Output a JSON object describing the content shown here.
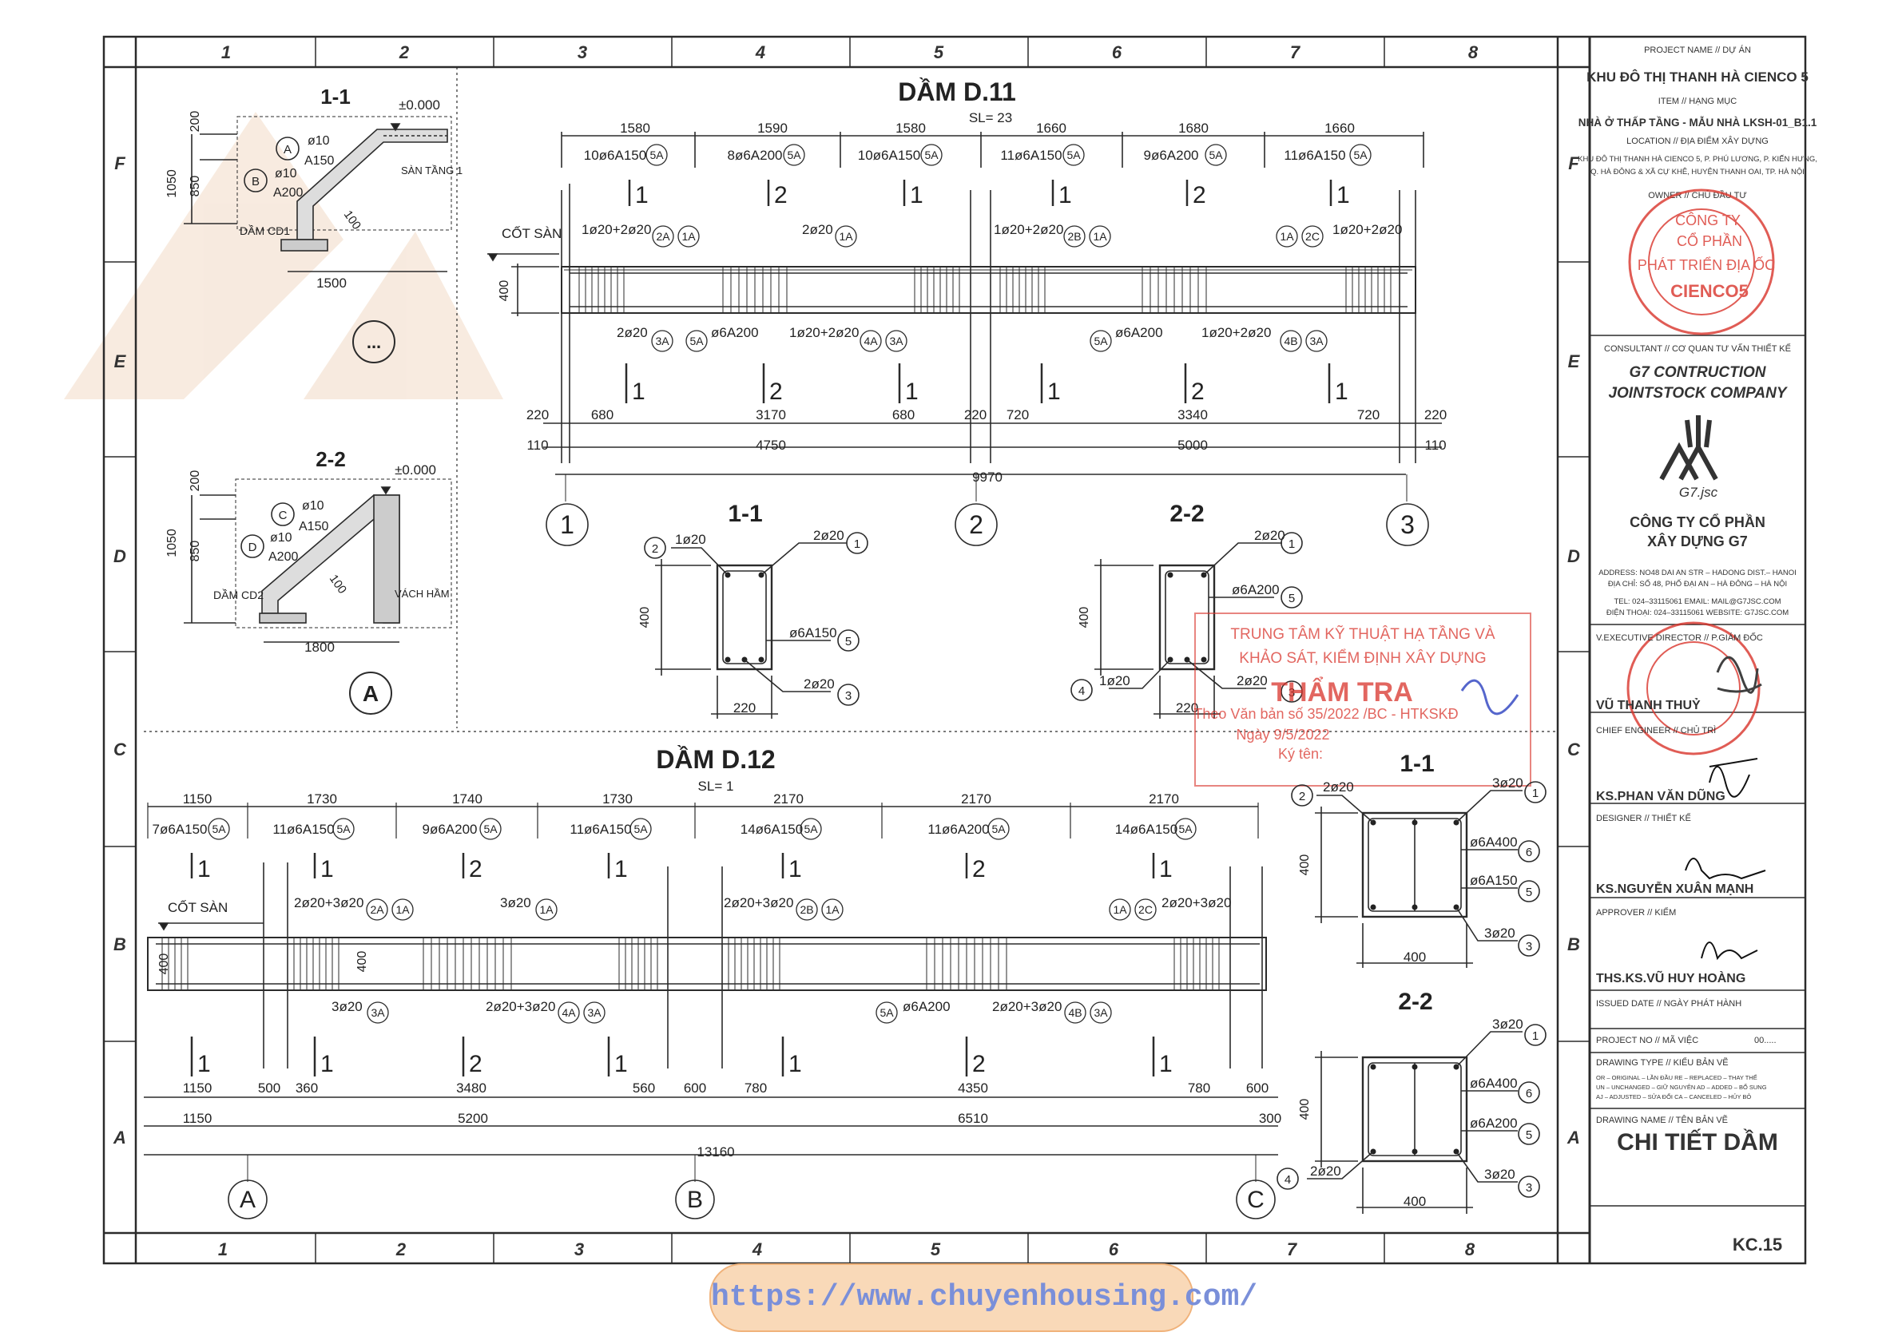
{
  "grid": {
    "cols": [
      "1",
      "2",
      "3",
      "4",
      "5",
      "6",
      "7",
      "8"
    ],
    "rows": [
      "F",
      "E",
      "D",
      "C",
      "B",
      "A"
    ]
  },
  "section_1_1": {
    "title": "1-1",
    "elev": "±0.000",
    "bar_a": "A",
    "bar_a_d": "ø10",
    "bar_a_s": "A150",
    "bar_b": "B",
    "bar_b_d": "ø10",
    "bar_b_s": "A200",
    "dims": [
      "200",
      "850",
      "1050",
      "1500",
      "100"
    ],
    "beam": "DẦM CD1",
    "slab": "SÀN TẦNG 1",
    "detail_mark": "..."
  },
  "section_2_2": {
    "title": "2-2",
    "elev": "±0.000",
    "bar_c": "C",
    "bar_c_d": "ø10",
    "bar_c_s": "A150",
    "bar_d": "D",
    "bar_d_d": "ø10",
    "bar_d_s": "A200",
    "dims": [
      "200",
      "850",
      "1050",
      "1800",
      "100"
    ],
    "beam": "DẦM CD2",
    "wall": "VÁCH HẦM",
    "detail_mark": "A"
  },
  "beam_d11": {
    "title": "DẦM D.11",
    "qty": "SL= 23",
    "stirrup_spans": [
      "1580",
      "1590",
      "1580",
      "1660",
      "1680",
      "1660"
    ],
    "stirrups": [
      "10ø6A150",
      "8ø6A200",
      "10ø6A150",
      "11ø6A150",
      "9ø6A200",
      "11ø6A150"
    ],
    "stirrup_tag": "5A",
    "top_bars": [
      "1ø20+2ø20",
      "2ø20",
      "1ø20+2ø20",
      "1ø20+2ø20"
    ],
    "top_tags": [
      [
        "2A",
        "1A"
      ],
      [
        "1A"
      ],
      [
        "2B",
        "1A"
      ],
      [
        "1A",
        "2C"
      ]
    ],
    "bottom_bars_1": "2ø20",
    "bottom_tag_1": "3A",
    "bottom_stirrup_1": "ø6A200",
    "bottom_stirrup_tag": "5A",
    "bottom_bars_2": "1ø20+2ø20",
    "bottom_tags_2": [
      "4A",
      "3A"
    ],
    "bottom_stirrup_2": "ø6A200",
    "bottom_bars_3": "1ø20+2ø20",
    "bottom_tags_3": [
      "4B",
      "3A"
    ],
    "slab_level": "CỐT SÀN",
    "depth": "400",
    "dims_row1": [
      "220",
      "680",
      "3170",
      "680",
      "220",
      "720",
      "3340",
      "720",
      "220"
    ],
    "dims_row2": [
      "110",
      "4750",
      "5000",
      "110"
    ],
    "total": "9970",
    "axes": [
      "1",
      "2",
      "3"
    ],
    "section_marks": [
      "1",
      "2",
      "1",
      "1",
      "2",
      "1"
    ]
  },
  "d11_sec11": {
    "title": "1-1",
    "top": "2ø20",
    "top_tag": "1",
    "side": "1ø20",
    "side_tag": "2",
    "stirrup": "ø6A150",
    "stirrup_tag": "5",
    "bottom": "2ø20",
    "bottom_tag": "3",
    "h": "400",
    "b": "220"
  },
  "d11_sec22": {
    "title": "2-2",
    "top": "2ø20",
    "top_tag": "1",
    "stirrup": "ø6A200",
    "stirrup_tag": "5",
    "bottom": "1ø20",
    "bottom_tag": "4",
    "bottom2": "2ø20",
    "bottom2_tag": "3",
    "h": "400",
    "b": "220"
  },
  "stamp_red": {
    "l1": "TRUNG TÂM KỸ THUẬT HẠ TẦNG VÀ",
    "l2": "KHẢO SÁT, KIỂM ĐỊNH XÂY DỰNG",
    "l3": "THẨM TRA",
    "l4": "Theo Văn bản số 35/2022 /BC - HTKSKĐ",
    "l5": "Ngày 9/5/2022",
    "l6": "Ký tên:"
  },
  "beam_d12": {
    "title": "DẦM D.12",
    "qty": "SL= 1",
    "stirrup_spans": [
      "1150",
      "1730",
      "1740",
      "1730",
      "2170",
      "2170",
      "2170"
    ],
    "stirrups": [
      "7ø6A150",
      "11ø6A150",
      "9ø6A200",
      "11ø6A150",
      "14ø6A150",
      "11ø6A200",
      "14ø6A150"
    ],
    "stirrup_tag": "5A",
    "top_bars": [
      "2ø20+3ø20",
      "3ø20",
      "2ø20+3ø20",
      "2ø20+3ø20"
    ],
    "top_tags": [
      [
        "2A",
        "1A"
      ],
      [
        "1A"
      ],
      [
        "2B",
        "1A"
      ],
      [
        "1A",
        "2C"
      ]
    ],
    "bottom_bars_1": "3ø20",
    "bottom_tag_1": "3A",
    "bottom_bars_2": "2ø20+3ø20",
    "bottom_tags_2": [
      "4A",
      "3A"
    ],
    "bottom_stirrup": "ø6A200",
    "bottom_stirrup_tag": "5A",
    "bottom_bars_3": "2ø20+3ø20",
    "bottom_tags_3": [
      "4B",
      "3A"
    ],
    "slab_level": "CỐT SÀN",
    "depth": "400",
    "dims_row1": [
      "1150",
      "500",
      "360",
      "3480",
      "560",
      "600",
      "780",
      "4350",
      "780",
      "600"
    ],
    "dims_row2": [
      "1150",
      "5200",
      "6510",
      "300"
    ],
    "total": "13160",
    "axes": [
      "A",
      "B",
      "C"
    ],
    "section_marks": [
      "1",
      "1",
      "2",
      "1",
      "1",
      "2",
      "1"
    ]
  },
  "d12_sec11": {
    "title": "1-1",
    "top": "3ø20",
    "top_tag": "1",
    "side": "2ø20",
    "side_tag": "2",
    "s1": "ø6A400",
    "s1_tag": "6",
    "s2": "ø6A150",
    "s2_tag": "5",
    "bottom": "3ø20",
    "bottom_tag": "3",
    "h": "400",
    "b": "400"
  },
  "d12_sec22": {
    "title": "2-2",
    "top": "3ø20",
    "top_tag": "1",
    "s1": "ø6A400",
    "s1_tag": "6",
    "s2": "ø6A200",
    "s2_tag": "5",
    "side": "2ø20",
    "side_tag": "4",
    "bottom": "3ø20",
    "bottom_tag": "3",
    "h": "400",
    "b": "400"
  },
  "title_block": {
    "project_label": "PROJECT NAME // DỰ ÁN",
    "project": "KHU ĐÔ THỊ THANH HÀ CIENCO 5",
    "item_label": "ITEM // HẠNG MỤC",
    "item": "NHÀ Ở THẤP TẦNG - MẪU NHÀ LKSH-01_B1.1",
    "location_label": "LOCATION // ĐỊA ĐIỂM XÂY DỰNG",
    "location_1": "KHU ĐÔ THỊ THANH HÀ CIENCO 5, P. PHÚ LƯƠNG, P. KIẾN HƯNG,",
    "location_2": "Q. HÀ ĐÔNG & XÃ CỰ KHÊ, HUYỆN THANH OAI, TP. HÀ NỘI",
    "owner_label": "OWNER // CHỦ ĐẦU TƯ",
    "owner_stamp_1": "CÔNG TY",
    "owner_stamp_2": "CỔ PHẦN",
    "owner_stamp_3": "PHÁT TRIỂN ĐỊA ỐC",
    "owner_stamp_4": "CIENCO5",
    "consultant_label": "CONSULTANT // CƠ QUAN TƯ VẤN THIẾT KẾ",
    "consultant_1": "G7 CONTRUCTION",
    "consultant_2": "JOINTSTOCK COMPANY",
    "logo_text": "G7.jsc",
    "company_1": "CÔNG TY CỔ PHẦN",
    "company_2": "XÂY DỰNG G7",
    "addr_1": "ADDRESS:   NO48 DAI AN STR – HADONG DIST.– HANOI",
    "addr_2": "ĐỊA CHỈ:    SỐ 48, PHỐ ĐẠI AN – HÀ ĐÔNG – HÀ NỘI",
    "addr_3": "TEL:   024–33115061   EMAIL: MAIL@G7JSC.COM",
    "addr_4": "ĐIỆN THOẠI: 024–33115061   WEBSITE:   G7JSC.COM",
    "director_label": "V.EXECUTIVE DIRECTOR // P.GIÁM ĐỐC",
    "director": "VŨ THANH THUỶ",
    "chief_label": "CHIEF ENGINEER // CHỦ TRÌ",
    "chief": "KS.PHAN VĂN DŨNG",
    "designer_label": "DESIGNER // THIẾT KẾ",
    "designer": "KS.NGUYỄN XUÂN MẠNH",
    "approver_label": "APPROVER // KIỂM",
    "approver": "THS.KS.VŨ HUY HOÀNG",
    "issued_label": "ISSUED DATE // NGÀY PHÁT HÀNH",
    "project_no_label": "PROJECT NO // MÃ VIỆC",
    "project_no": "00.....",
    "type_label": "DRAWING TYPE // KIỂU BẢN VẼ",
    "type_1": "OR – ORIGINAL  – LẦN ĐẦU      RE – REPLACED – THAY THẾ",
    "type_2": "UN – UNCHANGED – GIỮ NGUYÊN   AD – ADDED    – BỔ SUNG",
    "type_3": "AJ – ADJUSTED  – SỬA ĐỔI      CA – CANCELED – HỦY BỎ",
    "name_label": "DRAWING NAME // TÊN BẢN VẼ",
    "name": "CHI TIẾT DẦM",
    "sheet_no": "KC.15"
  },
  "url": "https://www.chuyenhousing.com/",
  "colors": {
    "line": "#2b2b2b",
    "stamp_red": "#d9342b",
    "url_fill": "#f9d9b8",
    "url_text": "#7a8fd9"
  }
}
